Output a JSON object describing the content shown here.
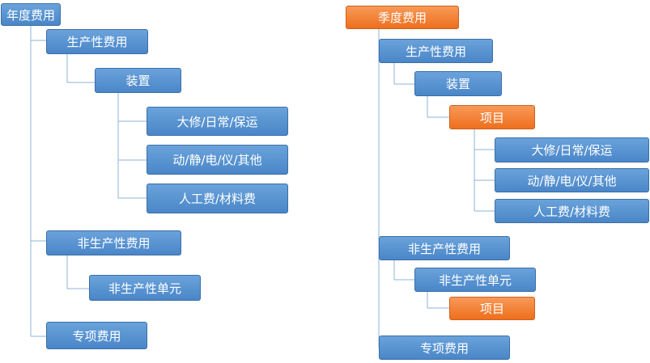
{
  "left_tree": {
    "root": "年度费用",
    "productive": "生产性费用",
    "device": "装置",
    "maint": "大修/日常/保运",
    "equip": "动/静/电/仪/其他",
    "labor": "人工费/材料费",
    "nonprod": "非生产性费用",
    "nonprod_unit": "非生产性单元",
    "special": "专项费用"
  },
  "right_tree": {
    "root": "季度费用",
    "productive": "生产性费用",
    "device": "装置",
    "project": "项目",
    "maint": "大修/日常/保运",
    "equip": "动/静/电/仪/其他",
    "labor": "人工费/材料费",
    "nonprod": "非生产性费用",
    "nonprod_unit": "非生产性单元",
    "nonprod_project": "项目",
    "special": "专项费用"
  },
  "colors": {
    "blue_node": "#4a86c8",
    "orange_node": "#ee6f1d",
    "connector": "#8fb3d9"
  }
}
